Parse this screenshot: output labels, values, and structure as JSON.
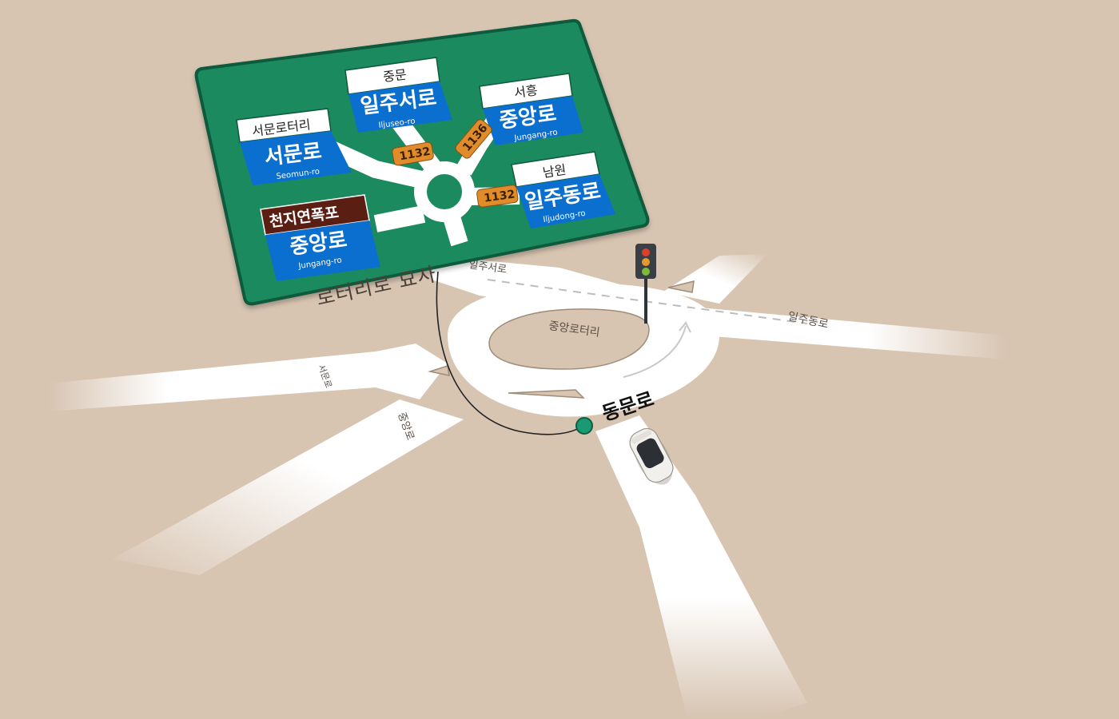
{
  "caption": "로터리로 묘사",
  "roads": {
    "north": "일주서로",
    "east": "일주동로",
    "west_upper": "서문로",
    "west_lower": "중앙로",
    "center": "중앙로터리"
  },
  "current_position": {
    "label": "동문로",
    "marker_color": "#1a9a72"
  },
  "sign": {
    "board_color": "#1a8a5f",
    "panel_color": "#0b6fd0",
    "tourist_color": "#5a1e12",
    "route_badge_color": "#e08c2a",
    "top_left": {
      "small": "서문로터리",
      "big": "서문로",
      "roman": "Seomun-ro"
    },
    "top_center": {
      "small": "중문",
      "big": "일주서로",
      "roman": "Iljuseo-ro"
    },
    "top_right": {
      "small": "서흥",
      "big": "중앙로",
      "roman": "Jungang-ro"
    },
    "bottom_right": {
      "small": "남원",
      "big": "일주동로",
      "roman": "Iljudong-ro"
    },
    "bottom_left": {
      "small": "천지연폭포",
      "big": "중앙로",
      "roman": "Jungang-ro"
    },
    "route_numbers": [
      "1132",
      "1136",
      "1132"
    ]
  },
  "traffic_light_colors": [
    "#d9412b",
    "#e49a2a",
    "#7dbb3b"
  ]
}
